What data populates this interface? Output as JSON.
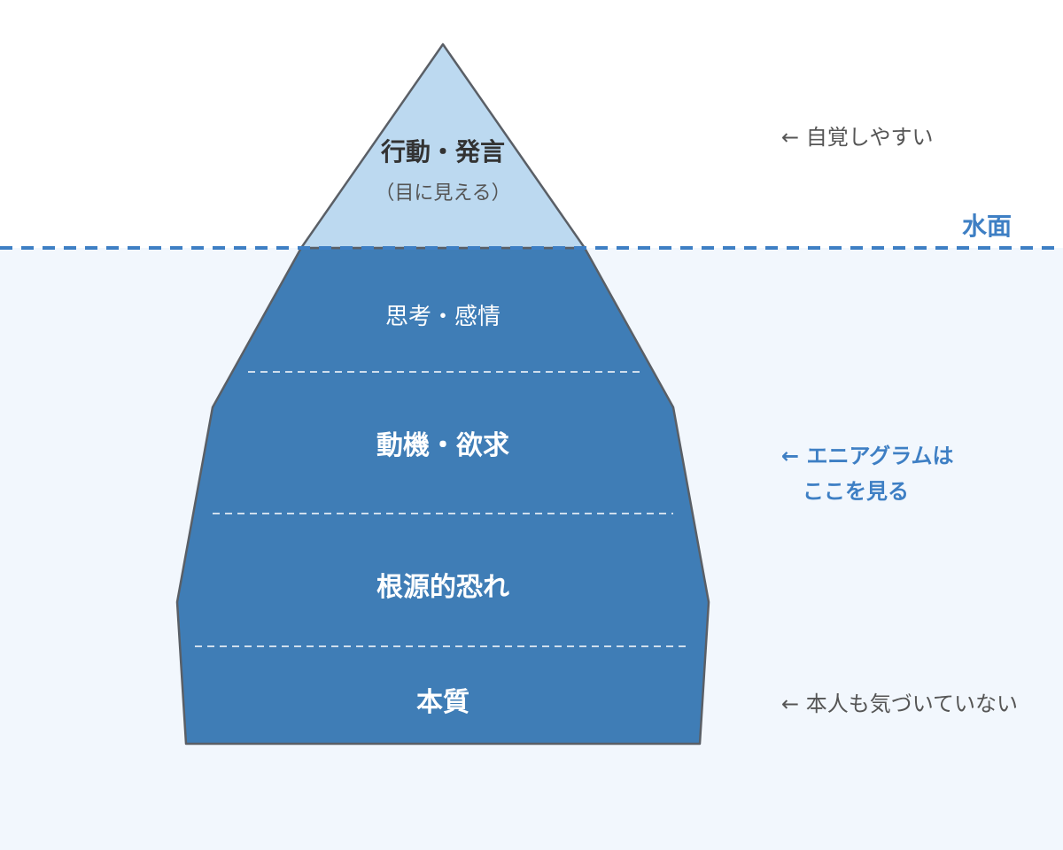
{
  "tip": {
    "title": "行動・発言",
    "subtitle": "（目に見える）"
  },
  "water_line": {
    "label": "水面"
  },
  "layers": [
    {
      "label": "思考・感情"
    },
    {
      "label": "動機・欲求"
    },
    {
      "label": "根源的恐れ"
    },
    {
      "label": "本質"
    }
  ],
  "side_notes": {
    "top": "← 自覚しやすい",
    "middle_line1": "← エニアグラムは",
    "middle_line2": "ここを見る",
    "bottom": "← 本人も気づいていない"
  },
  "colors": {
    "tip_fill": "#bcd9f0",
    "body_fill": "#3f7db6",
    "outline": "#5a5f66",
    "water_line": "#3e7fc4",
    "underwater_bg": "#f2f7fd",
    "accent_text": "#3e7fc4"
  }
}
